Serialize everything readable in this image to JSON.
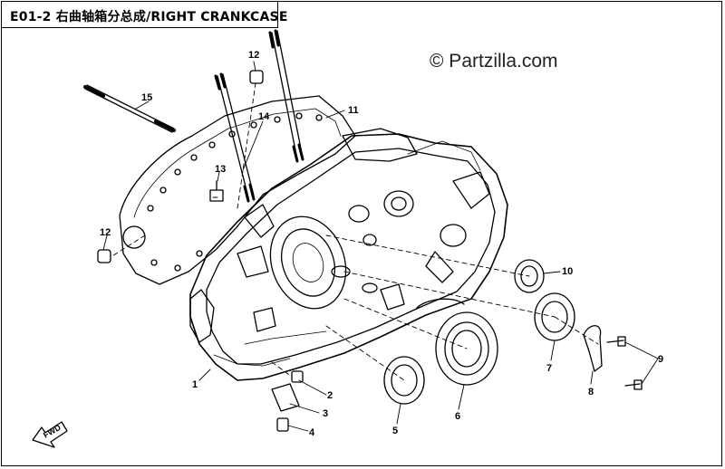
{
  "title": "E01-2 右曲轴箱分总成/RIGHT CRANKCASE",
  "watermark": "© Partzilla.com",
  "forward_arrow": "FWD",
  "callouts": [
    {
      "id": "1",
      "name": "callout-1"
    },
    {
      "id": "2",
      "name": "callout-2"
    },
    {
      "id": "3",
      "name": "callout-3"
    },
    {
      "id": "4",
      "name": "callout-4"
    },
    {
      "id": "5",
      "name": "callout-5"
    },
    {
      "id": "6",
      "name": "callout-6"
    },
    {
      "id": "7",
      "name": "callout-7"
    },
    {
      "id": "8",
      "name": "callout-8"
    },
    {
      "id": "9",
      "name": "callout-9"
    },
    {
      "id": "10",
      "name": "callout-10"
    },
    {
      "id": "11",
      "name": "callout-11"
    },
    {
      "id": "12",
      "name": "callout-12-top"
    },
    {
      "id": "12",
      "name": "callout-12-left"
    },
    {
      "id": "13",
      "name": "callout-13"
    },
    {
      "id": "14",
      "name": "callout-14"
    },
    {
      "id": "15",
      "name": "callout-15"
    }
  ]
}
